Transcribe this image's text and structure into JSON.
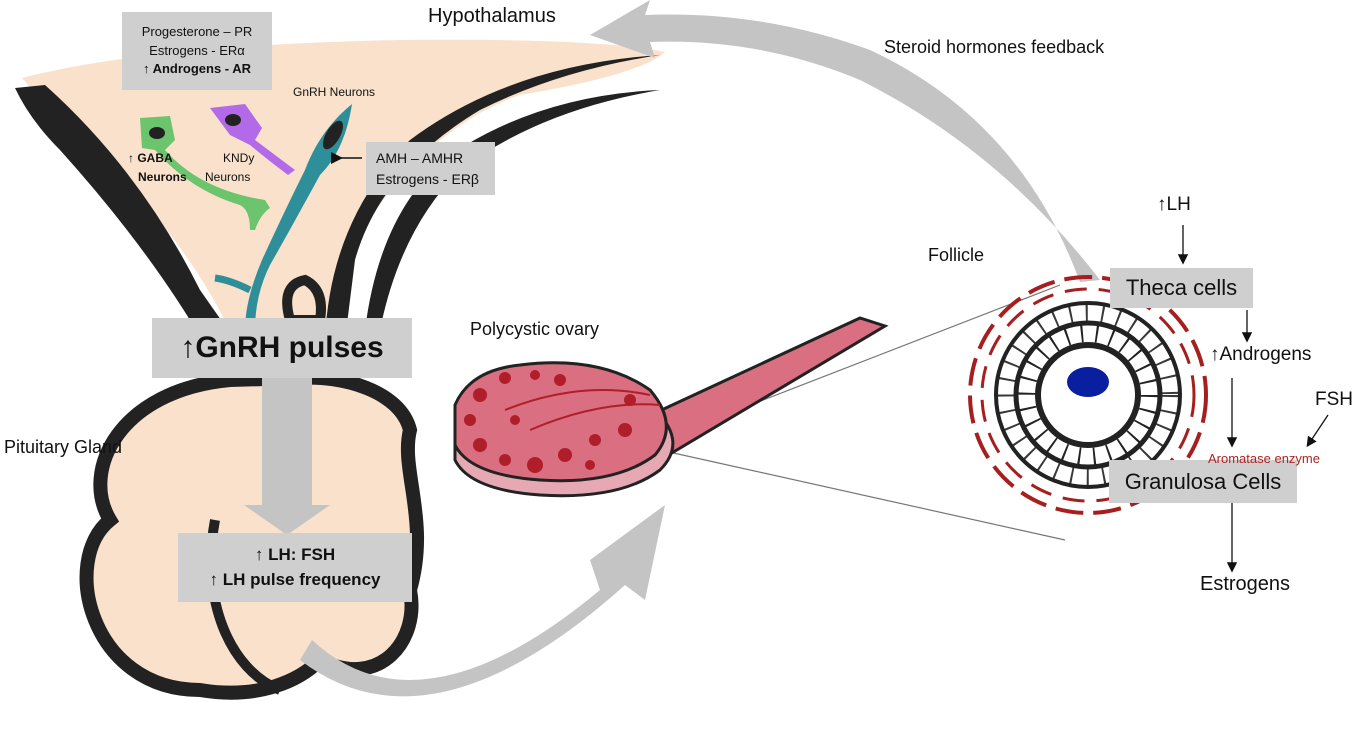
{
  "labels": {
    "hypothalamus": "Hypothalamus",
    "steroid_feedback": "Steroid hormones feedback",
    "gnrh_neurons": "GnRH Neurons",
    "gaba_neurons": [
      "↑ GABA",
      "Neurons"
    ],
    "kndy_neurons": [
      "KNDy",
      "Neurons"
    ],
    "pituitary_gland": "Pituitary Gland",
    "polycystic_ovary": "Polycystic ovary",
    "follicle": "Follicle",
    "lh_up": "↑LH",
    "androgens_up": "↑Androgens",
    "fsh": "FSH",
    "aromatase": "Aromatase enzyme",
    "estrogens": "Estrogens"
  },
  "boxes": {
    "receptors_top": [
      "Progesterone – PR",
      "Estrogens - ERα",
      "↑ Androgens - AR"
    ],
    "receptors_side": [
      "AMH – AMHR",
      "Estrogens - ERβ"
    ],
    "gnrh_pulses": "↑GnRH pulses",
    "lh_fsh": [
      "↑ LH: FSH",
      "↑ LH pulse frequency"
    ],
    "theca": "Theca cells",
    "granulosa": "Granulosa Cells"
  },
  "colors": {
    "hypothalamus_fill": "#f9e1cb",
    "outline": "#222222",
    "gaba_neuron": "#6cc46c",
    "kndy_neuron": "#b36ae8",
    "gnrh_neuron": "#2e8f9a",
    "ovary": "#d96f80",
    "ovary_spots": "#b01e2a",
    "follicle_theca": "#a51f1f",
    "oocyte": "#0a1fa0",
    "arrow_gray": "#c4c4c4",
    "box_gray": "#cfcfcf",
    "aromatase_text": "#b22222"
  }
}
